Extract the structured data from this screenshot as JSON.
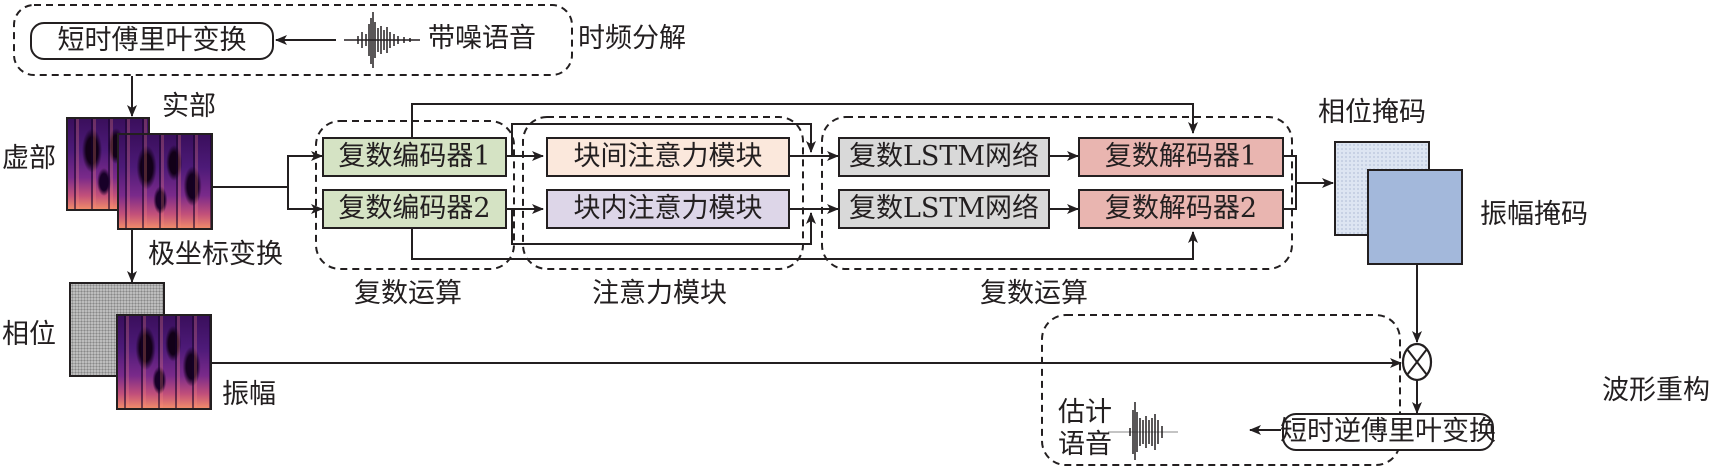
{
  "diagram": {
    "stft_label": "短时傅里叶变换",
    "noisy_speech_label": "带噪语音",
    "tf_decomposition_label": "时频分解",
    "real_part_label": "实部",
    "imag_part_label": "虚部",
    "polar_transform_label": "极坐标变换",
    "phase_label": "相位",
    "magnitude_label": "振幅",
    "encoders": [
      "复数编码器1",
      "复数编码器2"
    ],
    "complex_op_left_label": "复数运算",
    "attention_modules": [
      "块间注意力模块",
      "块内注意力模块"
    ],
    "attention_group_label": "注意力模块",
    "lstm_blocks": [
      "复数LSTM网络",
      "复数LSTM网络"
    ],
    "decoders": [
      "复数解码器1",
      "复数解码器2"
    ],
    "complex_op_right_label": "复数运算",
    "phase_mask_label": "相位掩码",
    "magnitude_mask_label": "振幅掩码",
    "multiply_symbol": "⊗",
    "istft_label": "短时逆傅里叶变换",
    "estimated_speech_label_line1": "估计",
    "estimated_speech_label_line2": "语音",
    "waveform_reconstruction_label": "波形重构",
    "colors": {
      "encoder_fill": "#d5e3c4",
      "inter_attention_fill": "#fbe8dc",
      "intra_attention_fill": "#ddd6e8",
      "lstm_fill": "#d9d9d9",
      "decoder_fill": "#e9b5b0",
      "phase_mask_fill": "#dde5f2",
      "magnitude_mask_fill": "#a3b8db",
      "line": "#231f20"
    }
  }
}
